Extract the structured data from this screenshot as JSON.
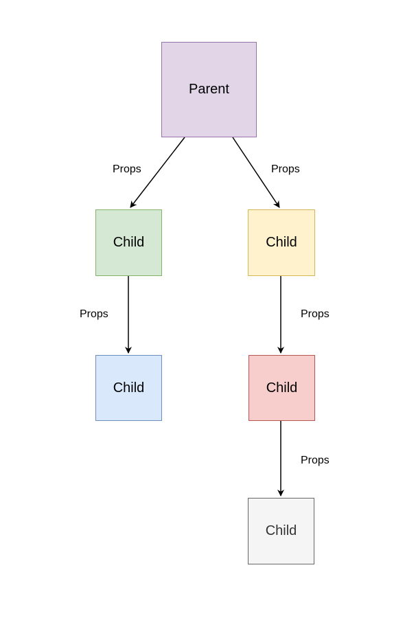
{
  "nodes": [
    {
      "id": "parent",
      "label": "Parent",
      "fill": "#e1d5e7",
      "stroke": "#9673a6",
      "text_color": "#000000"
    },
    {
      "id": "child1",
      "label": "Child",
      "fill": "#d5e8d4",
      "stroke": "#82b366",
      "text_color": "#000000"
    },
    {
      "id": "child2",
      "label": "Child",
      "fill": "#fff2cc",
      "stroke": "#d6b656",
      "text_color": "#000000"
    },
    {
      "id": "child3",
      "label": "Child",
      "fill": "#dae8fc",
      "stroke": "#6c8ebf",
      "text_color": "#000000"
    },
    {
      "id": "child4",
      "label": "Child",
      "fill": "#f8cecc",
      "stroke": "#b85450",
      "text_color": "#000000"
    },
    {
      "id": "child5",
      "label": "Child",
      "fill": "#f5f5f5",
      "stroke": "#666666",
      "text_color": "#333333"
    }
  ],
  "edges": [
    {
      "id": "e1",
      "from": "parent",
      "to": "child1",
      "label": "Props"
    },
    {
      "id": "e2",
      "from": "parent",
      "to": "child2",
      "label": "Props"
    },
    {
      "id": "e3",
      "from": "child1",
      "to": "child3",
      "label": "Props"
    },
    {
      "id": "e4",
      "from": "child2",
      "to": "child4",
      "label": "Props"
    },
    {
      "id": "e5",
      "from": "child4",
      "to": "child5",
      "label": "Props"
    }
  ],
  "edge_color": "#000000"
}
